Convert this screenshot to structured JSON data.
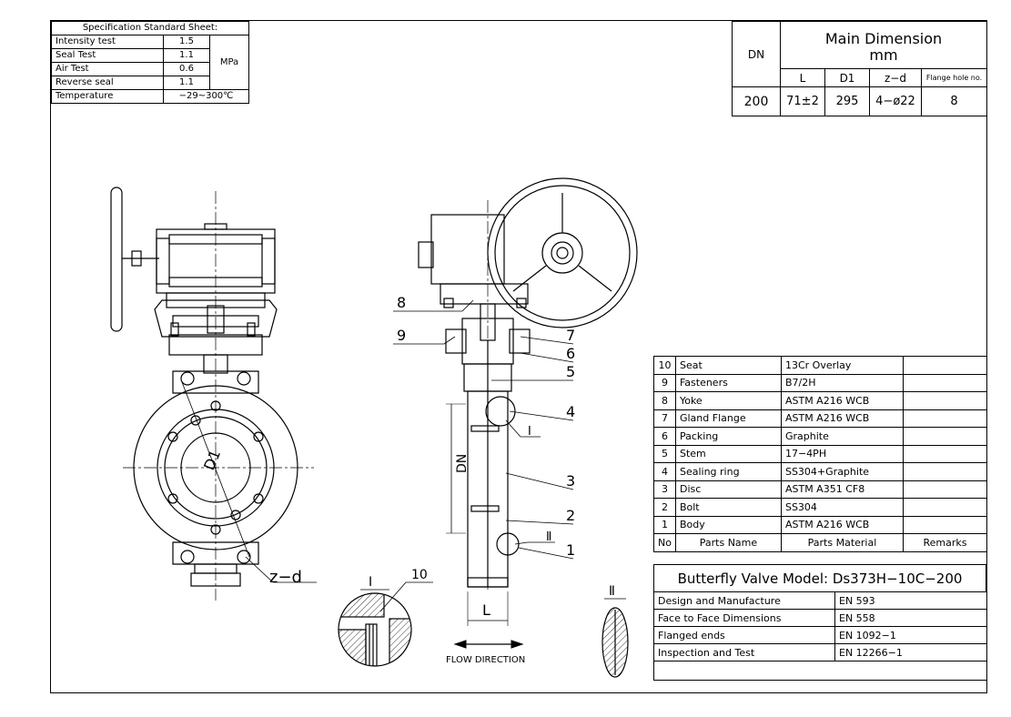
{
  "spec_sheet": {
    "title": "Specification Standard Sheet:",
    "rows": [
      {
        "name": "Intensity test",
        "value": "1.5"
      },
      {
        "name": "Seal Test",
        "value": "1.1"
      },
      {
        "name": "Air Test",
        "value": "0.6"
      },
      {
        "name": "Reverse seal",
        "value": "1.1"
      },
      {
        "name": "Temperature",
        "value": "−29~300℃"
      }
    ],
    "unit": "MPa"
  },
  "dimensions": {
    "dn_label": "DN",
    "title_line1": "Main Dimension",
    "title_line2": "mm",
    "headers": [
      "L",
      "D1",
      "z−d",
      "Flange hole no."
    ],
    "dn": "200",
    "values": [
      "71±2",
      "295",
      "4−ø22",
      "8"
    ]
  },
  "parts": {
    "rows": [
      {
        "no": "10",
        "name": "Seat",
        "material": "13Cr Overlay",
        "remarks": ""
      },
      {
        "no": "9",
        "name": "Fasteners",
        "material": "B7/2H",
        "remarks": ""
      },
      {
        "no": "8",
        "name": "Yoke",
        "material": "ASTM A216 WCB",
        "remarks": ""
      },
      {
        "no": "7",
        "name": "Gland Flange",
        "material": "ASTM A216 WCB",
        "remarks": ""
      },
      {
        "no": "6",
        "name": "Packing",
        "material": "Graphite",
        "remarks": ""
      },
      {
        "no": "5",
        "name": "Stem",
        "material": "17−4PH",
        "remarks": ""
      },
      {
        "no": "4",
        "name": "Sealing ring",
        "material": "SS304+Graphite",
        "remarks": ""
      },
      {
        "no": "3",
        "name": "Disc",
        "material": "ASTM A351 CF8",
        "remarks": ""
      },
      {
        "no": "2",
        "name": "Bolt",
        "material": "SS304",
        "remarks": ""
      },
      {
        "no": "1",
        "name": "Body",
        "material": "ASTM A216 WCB",
        "remarks": ""
      }
    ],
    "header": {
      "no": "No",
      "name": "Parts Name",
      "material": "Parts Material",
      "remarks": "Remarks"
    }
  },
  "model": "Butterfly Valve Model: Ds373H−10C−200",
  "standards": [
    {
      "label": "Design and Manufacture",
      "value": "EN 593"
    },
    {
      "label": "Face to Face Dimensions",
      "value": "EN 558"
    },
    {
      "label": "Flanged ends",
      "value": "EN 1092−1"
    },
    {
      "label": "Inspection and Test",
      "value": "EN 12266−1"
    }
  ],
  "drawing": {
    "front_labels": {
      "d1": "D1",
      "zd": "z−d"
    },
    "side_labels": {
      "dn": "DN",
      "l": "L",
      "detail1": "Ⅰ",
      "detail2": "Ⅱ"
    },
    "callouts": [
      "8",
      "9",
      "7",
      "6",
      "5",
      "4",
      "3",
      "2",
      "1"
    ],
    "detail1_title": "Ⅰ",
    "detail1_callout": "10",
    "detail2_title": "Ⅱ",
    "flow_label": "FLOW DIRECTION"
  }
}
